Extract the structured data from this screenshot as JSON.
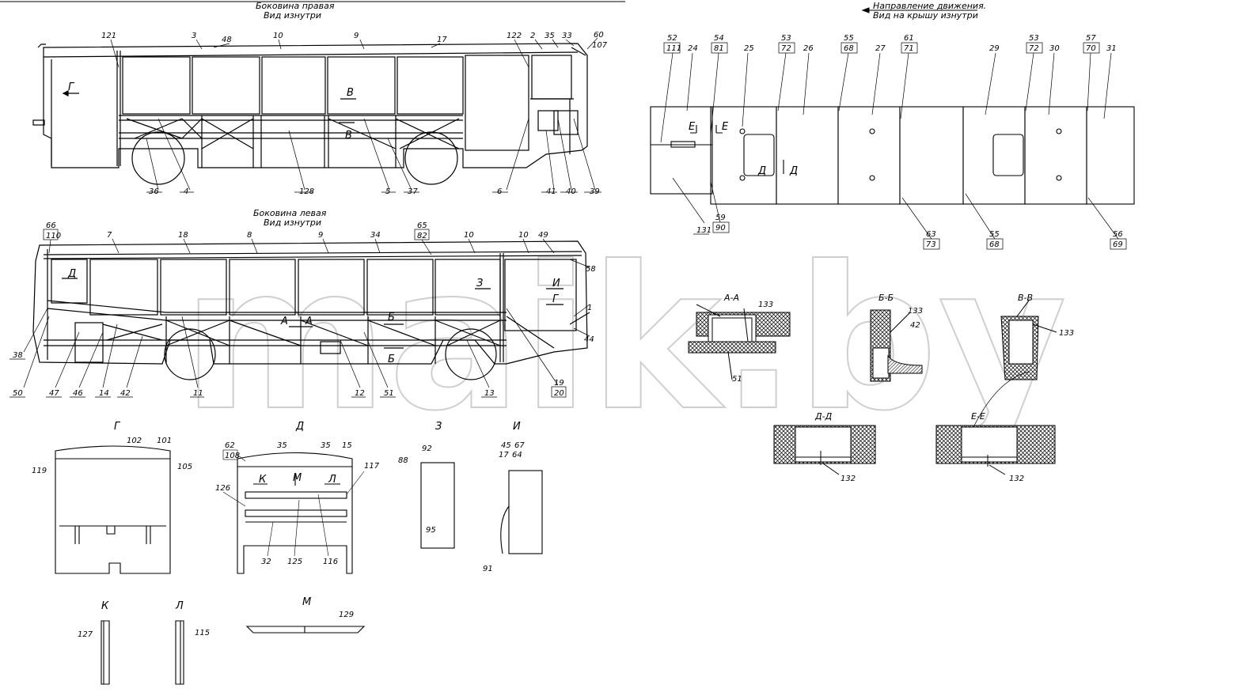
{
  "captions": {
    "right_side": "Боковина правая",
    "right_side_view": "Вид изнутри",
    "left_side": "Боковина левая",
    "left_side_view": "Вид изнутри",
    "direction": "Направление движения.",
    "roof_view": "Вид на крышу изнутри"
  },
  "view_letters": {
    "G": "Г",
    "D": "Д",
    "Z": "З",
    "I": "И",
    "K": "К",
    "L": "Л",
    "M": "М",
    "B": "Б",
    "V": "В",
    "A": "А",
    "E": "Е"
  },
  "sections": {
    "aa": "А-А",
    "bb": "Б-Б",
    "vv": "В-В",
    "dd": "Д-Д",
    "ee": "Е-Е"
  },
  "watermark": "maik.by",
  "right_side_labels": [
    "121",
    "3",
    "48",
    "10",
    "9",
    "17",
    "122",
    "2",
    "35",
    "33",
    "60",
    "107",
    "36",
    "4",
    "128",
    "5",
    "37",
    "6",
    "41",
    "40",
    "39"
  ],
  "left_side_labels": [
    "66",
    "110",
    "7",
    "18",
    "8",
    "9",
    "34",
    "65",
    "82",
    "10",
    "10",
    "49",
    "58",
    "1",
    "44",
    "38",
    "50",
    "47",
    "46",
    "14",
    "42",
    "11",
    "12",
    "51",
    "13",
    "19",
    "20"
  ],
  "roof_labels": {
    "top": [
      "52",
      "111",
      "24",
      "54",
      "81",
      "25",
      "53",
      "72",
      "26",
      "55",
      "68",
      "27",
      "61",
      "71",
      "29",
      "53",
      "72",
      "30",
      "57",
      "70",
      "31"
    ],
    "bottom": [
      "131",
      "59",
      "90",
      "63",
      "73",
      "55",
      "68",
      "56",
      "69"
    ]
  },
  "section_labels": [
    "133",
    "51",
    "133",
    "42",
    "133",
    "132",
    "132"
  ],
  "view_g_labels": [
    "102",
    "101",
    "105",
    "119"
  ],
  "view_d_labels": [
    "62",
    "108",
    "35",
    "35",
    "15",
    "117",
    "126",
    "32",
    "125",
    "116"
  ],
  "view_z_labels": [
    "88",
    "92",
    "95"
  ],
  "view_i_labels": [
    "45",
    "67",
    "17",
    "64",
    "91"
  ],
  "view_k_labels": [
    "127"
  ],
  "view_l_labels": [
    "115"
  ],
  "view_m_labels": [
    "129"
  ]
}
